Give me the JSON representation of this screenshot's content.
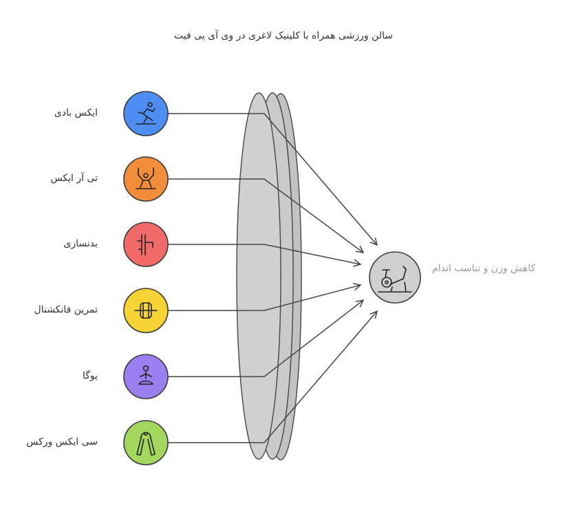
{
  "title": "سالن ورزشی همراه با کلینیک لاغری در وی آی پی فیت",
  "inputs": [
    {
      "label": "ایکس بادی",
      "icon": "running-person-icon",
      "color": "#4e8ef2"
    },
    {
      "label": "تی آر ایکس",
      "icon": "suspension-trainer-icon",
      "color": "#f28d3b"
    },
    {
      "label": "بدنسازی",
      "icon": "flexing-person-icon",
      "color": "#f06a6a"
    },
    {
      "label": "تمرین فانکشنال",
      "icon": "kettlebell-wheel-icon",
      "color": "#f6d334"
    },
    {
      "label": "یوگا",
      "icon": "meditation-icon",
      "color": "#9b7ff0"
    },
    {
      "label": "سی ایکس ورکس",
      "icon": "hand-grip-icon",
      "color": "#a3d65c"
    }
  ],
  "output": {
    "label": "کاهش وزن و تناسب اندام",
    "icon": "exercise-bike-icon",
    "color": "#d0d0d0"
  },
  "lens_color": "#c8c8c8"
}
